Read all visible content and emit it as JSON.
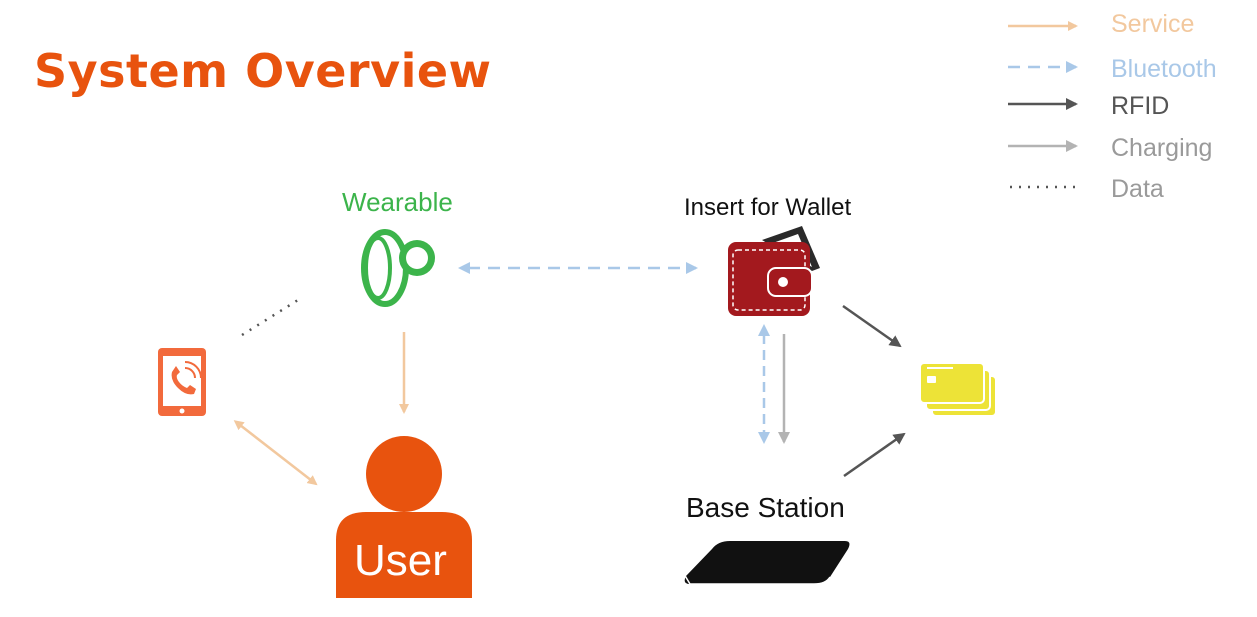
{
  "title": "System Overview",
  "legend": [
    {
      "label": "Service",
      "style": "solid",
      "color": "#f2c89e"
    },
    {
      "label": "Bluetooth",
      "style": "dashed",
      "color": "#a9c8e8"
    },
    {
      "label": "RFID",
      "style": "solid",
      "color": "#555555"
    },
    {
      "label": "Charging",
      "style": "solid",
      "color": "#b3b3b3"
    },
    {
      "label": "Data",
      "style": "dotted",
      "color": "#555555"
    }
  ],
  "nodes": {
    "wearable": {
      "label": "Wearable",
      "icon": "wearable-band-icon",
      "color": "#3cb44b"
    },
    "wallet": {
      "label": "Insert for Wallet",
      "icon": "wallet-icon",
      "color": "#a3191e"
    },
    "phone": {
      "icon": "phone-icon",
      "color": "#f26a3c"
    },
    "user": {
      "label": "User",
      "icon": "user-icon",
      "color": "#e8530e"
    },
    "cards": {
      "icon": "card-icon",
      "color": "#ede337"
    },
    "base_station": {
      "label": "Base Station",
      "icon": "base-station-icon",
      "color": "#111111"
    }
  },
  "colors": {
    "title": "#e8530e",
    "service": "#f2c89e",
    "bluetooth": "#a9c8e8",
    "rfid": "#555555",
    "charging": "#b3b3b3",
    "data": "#555555",
    "wearable": "#3cb44b",
    "text": "#111111"
  }
}
